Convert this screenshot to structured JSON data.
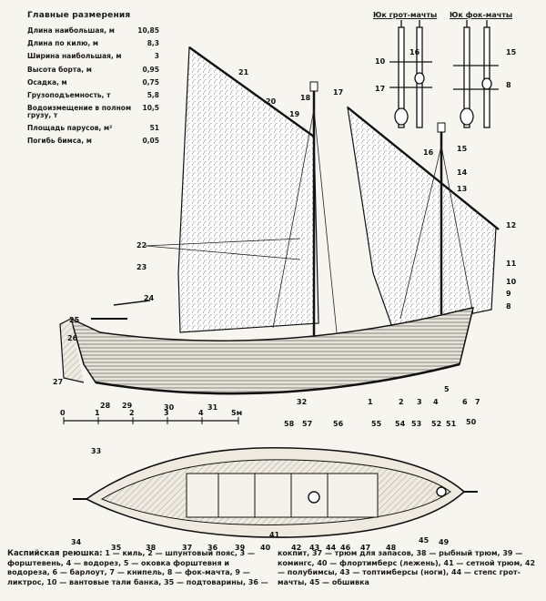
{
  "dimensions": {
    "title": "Главные размерения",
    "rows": [
      {
        "label": "Длина наибольшая, м",
        "value": "10,85"
      },
      {
        "label": "Длина по килю, м",
        "value": "8,3"
      },
      {
        "label": "Ширина наибольшая, м",
        "value": "3"
      },
      {
        "label": "Высота борта, м",
        "value": "0,95"
      },
      {
        "label": "Осадка, м",
        "value": "0,75"
      },
      {
        "label": "Грузоподъемность, т",
        "value": "5,8"
      },
      {
        "label": "Водоизмещение в полном\nгрузу, т",
        "value": "10,5"
      },
      {
        "label": "Площадь парусов, м²",
        "value": "51"
      },
      {
        "label": "Погибь бимса, м",
        "value": "0,05"
      }
    ]
  },
  "mast_details": {
    "main": "Юк грот-мачты",
    "fore": "Юк фок-мачты"
  },
  "scale_bar": [
    "0",
    "1",
    "2",
    "3",
    "4",
    "5м"
  ],
  "callouts": {
    "side": [
      "21",
      "20",
      "19",
      "18",
      "17",
      "16",
      "15",
      "14",
      "13",
      "12",
      "11",
      "10",
      "9",
      "8",
      "24",
      "25",
      "26",
      "27",
      "28",
      "29",
      "30",
      "31",
      "32",
      "1",
      "2",
      "3",
      "4",
      "5",
      "6",
      "7",
      "22",
      "23"
    ],
    "details_main": [
      "16",
      "10",
      "17"
    ],
    "details_fore": [
      "15",
      "8"
    ],
    "plan": [
      "33",
      "34",
      "35",
      "36",
      "37",
      "38",
      "39",
      "40",
      "41",
      "42",
      "43",
      "44",
      "45",
      "46",
      "47",
      "48",
      "49",
      "50",
      "51",
      "52",
      "53",
      "54",
      "55",
      "56",
      "57",
      "58"
    ]
  },
  "caption": {
    "title": "Каспийская реюшка:",
    "text": "1 — киль, 2 — шпунтовый пояс, 3 — форштевень, 4 — водорез, 5 — оковка форштевня и водореза, 6 — барлоут, 7 — книпель, 8 — фок-мачта, 9 — ликтрос, 10 — вантовые тали банка, 35 — подтоварины, 36 — кокпит, 37 — трюм для запасов, 38 — рыбный трюм, 39 — комингс, 40 — флортимберс (лежень), 41 — сетной трюм, 42 — полубимсы, 43 — топтимберсы (ноги), 44 — степс грот-мачты, 45 — обшивка"
  }
}
